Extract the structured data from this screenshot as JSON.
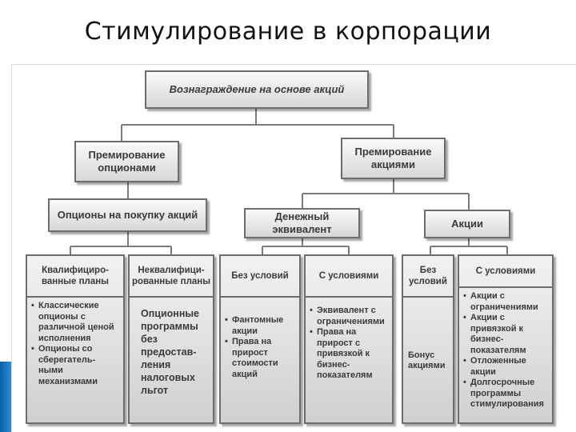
{
  "title": "Стимулирование в корпорации",
  "root": "Вознаграждение на основе акций",
  "level2": {
    "options_bonus": "Премирование опционами",
    "shares_bonus": "Премирование акциями"
  },
  "level3": {
    "option_purchase": "Опционы на покупку акций",
    "cash_equivalent": "Денежный эквивалент",
    "shares": "Акции"
  },
  "columns": [
    {
      "header": "Квалифициро-ванные планы",
      "items": [
        "Классические опционы с различной ценой исполнения",
        "Опционы со сберегатель-ными механизмами"
      ]
    },
    {
      "header": "Неквалифици-рованные планы",
      "text": "Опционные программы без предостав-ления налоговых льгот"
    },
    {
      "header": "Без условий",
      "items": [
        "Фантомные акции",
        "Права на прирост стоимости акций"
      ]
    },
    {
      "header": "С условиями",
      "items": [
        "Эквивалент с ограничениями",
        "Права на прирост с привязкой к бизнес-показателям"
      ]
    },
    {
      "header": "Без условий",
      "text": "Бонус акциями"
    },
    {
      "header": "С условиями",
      "items": [
        "Акции с ограничениями",
        "Акции с привязкой к бизнес-показателям",
        "Отложенные акции",
        "Долгосрочные программы стимулирования"
      ]
    }
  ]
}
